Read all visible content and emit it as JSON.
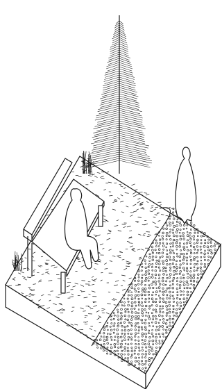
{
  "illustration": {
    "style": "black-line axonometric drawing",
    "colors": {
      "line": "#1a1a1a",
      "fill": "#ffffff"
    },
    "elements": [
      "conifer-tree",
      "bench",
      "seated-person",
      "standing-person",
      "grass-tufts",
      "gravel-path",
      "pebble-surface",
      "ground-block"
    ]
  }
}
